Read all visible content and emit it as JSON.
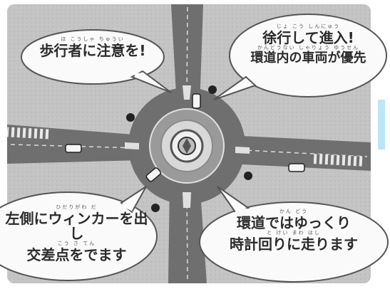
{
  "colors": {
    "background": "#ffffff",
    "road": "#6f6f6f",
    "road_dark": "#4a4a4a",
    "grass": "#bdbdbd",
    "bubble_fill": "#fafafa",
    "bubble_stroke": "#555555",
    "text": "#2b2b2b",
    "accent_blue": "#8fd3f0"
  },
  "icons": [
    "roundabout-diagram",
    "pedestrian-crossing",
    "car",
    "warning-sign"
  ],
  "bubbles": {
    "top_left": {
      "ruby": "ほ こうしゃ   ちゅうい",
      "line1": "歩行者に注意を!"
    },
    "top_right": {
      "ruby1": "じょ こう     しんにゅう",
      "line1": "徐行して進入!",
      "ruby2": "かんどうない しゃりょう   ゆうせん",
      "line2": "環道内の車両が優先"
    },
    "bottom_left": {
      "ruby1": "ひだりがわ                        だ",
      "line1": "左側にウィンカーを出し",
      "ruby2": "こう さ てん",
      "line2": "交差点をでます"
    },
    "bottom_right": {
      "ruby1": "かん どう",
      "line1": "環道ではゆっくり",
      "ruby2": "と けい まわ        はし",
      "line2": "時計回りに走ります"
    }
  }
}
